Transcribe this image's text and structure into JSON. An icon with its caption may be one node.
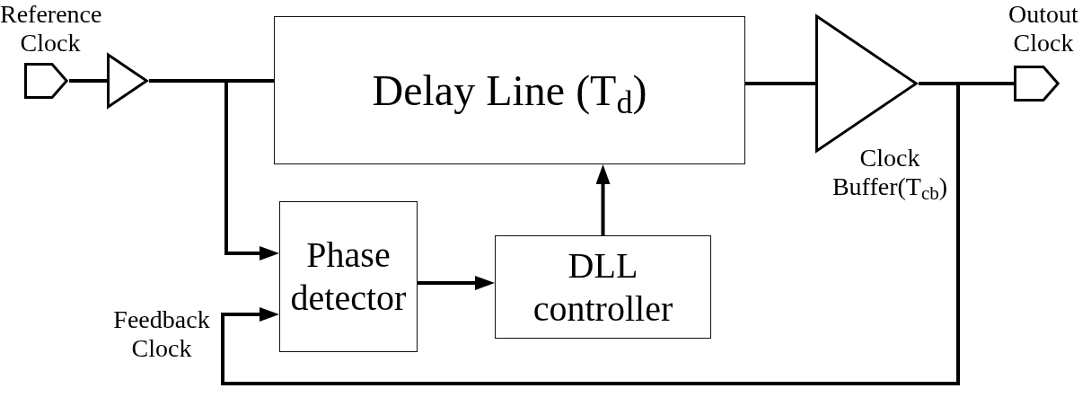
{
  "diagram": {
    "nodes": [
      {
        "text": [],
        "shape": "pentagon",
        "beside": [
          "Reference Clock"
        ]
      },
      {
        "text": [],
        "shape": "triangle"
      },
      {
        "text": [
          "Delay Line (T$_{d}$)"
        ]
      },
      {
        "text": [],
        "shape": "triangle",
        "beside": [
          "Clock Buffer(T$_{cb}$)"
        ]
      },
      {
        "text": [],
        "shape": "pentagon",
        "beside": [
          "Outout Clock"
        ]
      },
      {
        "text": [
          "Phase detector"
        ]
      },
      {
        "text": [
          "DLL controller"
        ]
      }
    ],
    "edges": [
      {
        "from": 0,
        "to": 1,
        "arrow": "none"
      },
      {
        "from": 1,
        "to": 2,
        "arrow": "none"
      },
      {
        "from": 2,
        "to": 3,
        "arrow": "none"
      },
      {
        "from": 3,
        "to": 4,
        "arrow": "none"
      },
      {
        "from": 1,
        "to": 5,
        "arrow": "to"
      },
      {
        "from": 3,
        "to": 5,
        "arrow": "to",
        "label": "Feedback Clock"
      },
      {
        "from": 5,
        "to": 6,
        "arrow": "to"
      },
      {
        "from": 6,
        "to": 2,
        "arrow": "to"
      }
    ]
  }
}
